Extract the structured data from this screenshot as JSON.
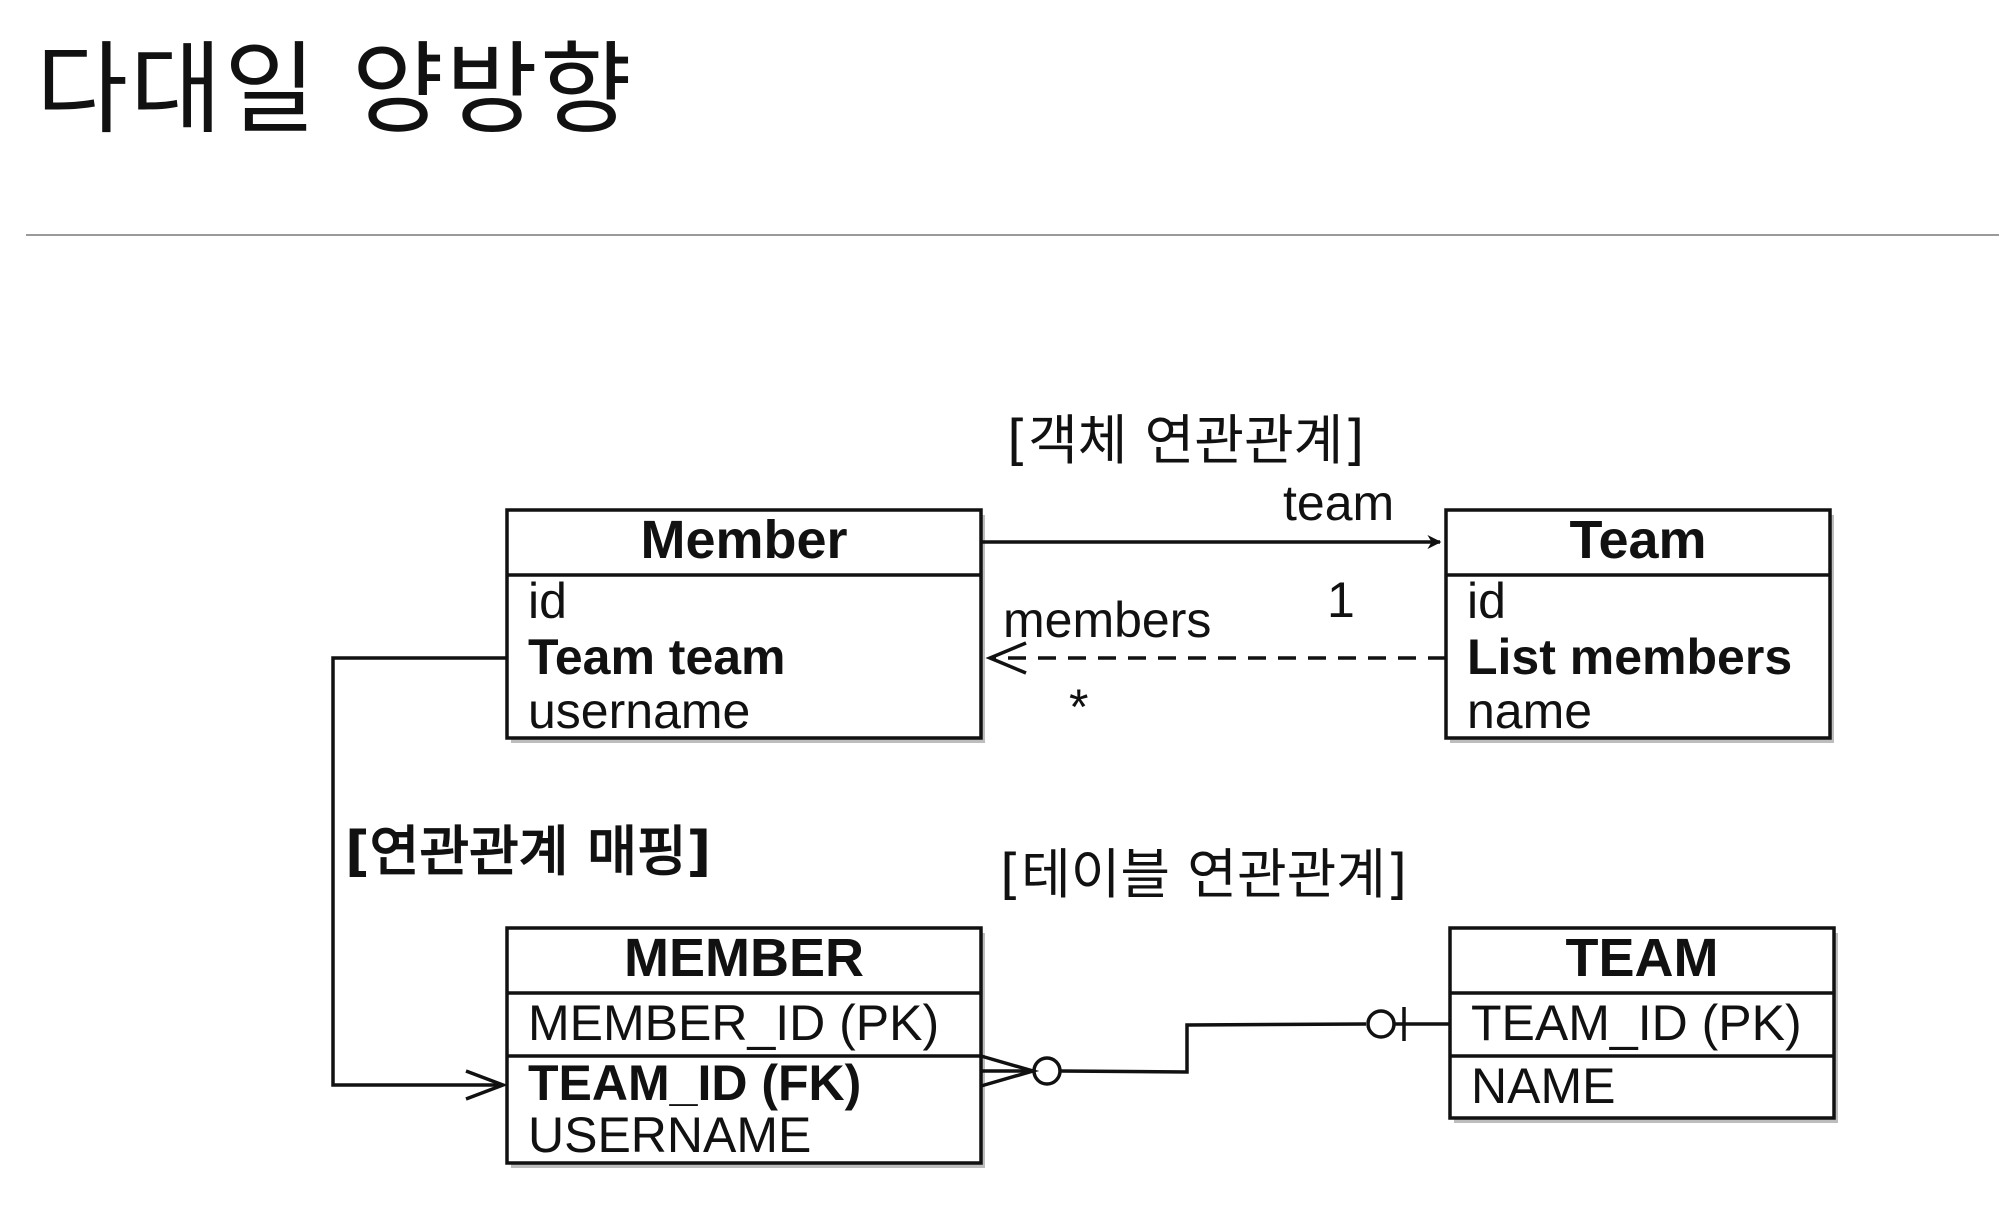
{
  "title": "다대일 양방향",
  "labels": {
    "object_relation": "[객체 연관관계]",
    "table_relation": "[테이블 연관관계]",
    "mapping": "[연관관계 매핑]",
    "team_ref": "team",
    "members_ref": "members",
    "one": "1",
    "many": "*"
  },
  "entities": {
    "member_obj": {
      "name": "Member",
      "fields": [
        "id",
        "Team team",
        "username"
      ]
    },
    "team_obj": {
      "name": "Team",
      "fields": [
        "id",
        "List members",
        "name"
      ]
    },
    "member_tbl": {
      "name": "MEMBER",
      "fields": [
        "MEMBER_ID (PK)",
        "TEAM_ID (FK)",
        "USERNAME"
      ]
    },
    "team_tbl": {
      "name": "TEAM",
      "fields": [
        "TEAM_ID (PK)",
        "NAME"
      ]
    }
  }
}
